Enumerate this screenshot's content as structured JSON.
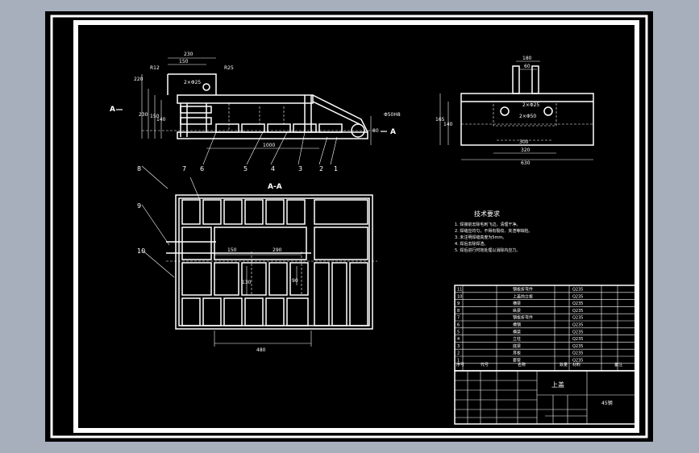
{
  "title_block": {
    "part_name": "上盖",
    "drawing_no": "45钢"
  },
  "dimensions": {
    "front": [
      "230",
      "150",
      "R25",
      "R12",
      "2×Φ25",
      "220",
      "230",
      "150",
      "140",
      "1000",
      "Φ50H8",
      "80"
    ],
    "side": [
      "180",
      "60",
      "2×Φ25",
      "2×Φ50",
      "165",
      "140",
      "300",
      "320",
      "630"
    ],
    "plan": [
      "150",
      "290",
      "130",
      "90",
      "480"
    ]
  },
  "balloons": [
    "1",
    "2",
    "3",
    "4",
    "5",
    "6",
    "7",
    "8",
    "9",
    "10"
  ],
  "section_marks": [
    "A",
    "A-A",
    "A"
  ],
  "notes": {
    "heading": "技术要求",
    "lines": [
      "1. 焊接前去除毛刺飞边，清理干净。",
      "2. 焊缝应均匀，不得有裂纹、夹渣等缺陷。",
      "3. 未注明焊缝高度为5mm。",
      "4. 焊后去除焊渣。",
      "5. 焊后进行时效处理以消除内应力。"
    ]
  },
  "bom": {
    "rows": [
      {
        "no": "11",
        "name": "钢板折弯件",
        "material": "Q235"
      },
      {
        "no": "10",
        "name": "上盖前立板",
        "material": "Q235"
      },
      {
        "no": "9",
        "name": "横梁",
        "material": "Q235"
      },
      {
        "no": "8",
        "name": "纵梁",
        "material": "Q235"
      },
      {
        "no": "7",
        "name": "钢板折弯件",
        "material": "Q235"
      },
      {
        "no": "6",
        "name": "槽钢",
        "material": "Q235"
      },
      {
        "no": "5",
        "name": "横梁",
        "material": "Q235"
      },
      {
        "no": "4",
        "name": "立柱",
        "material": "Q235"
      },
      {
        "no": "3",
        "name": "底梁",
        "material": "Q235"
      },
      {
        "no": "2",
        "name": "耳板",
        "material": "Q235"
      },
      {
        "no": "1",
        "name": "套管",
        "material": "Q235"
      }
    ],
    "header": {
      "no": "序号",
      "code": "代号",
      "name": "名称",
      "qty": "数量",
      "material": "材料",
      "remark": "备注"
    }
  }
}
